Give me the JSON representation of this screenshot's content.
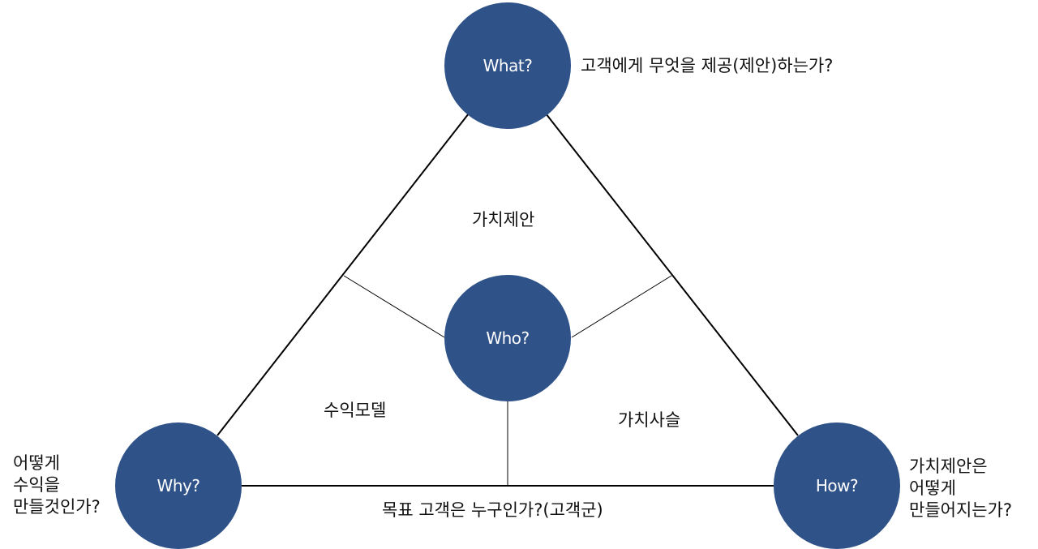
{
  "nodes": {
    "what": "What?",
    "who": "Who?",
    "why": "Why?",
    "how": "How?"
  },
  "questions": {
    "what": "고객에게 무엇을 제공(제안)하는가?",
    "why": "어떻게\n수익을\n만들것인가?",
    "how": "가치제안은\n어떻게\n만들어지는가?",
    "who": "목표 고객은 누구인가?(고객군)"
  },
  "regions": {
    "top": "가치제안",
    "left": "수익모델",
    "right": "가치사슬"
  },
  "colors": {
    "node_fill": "#2f5289",
    "line": "#000000"
  }
}
